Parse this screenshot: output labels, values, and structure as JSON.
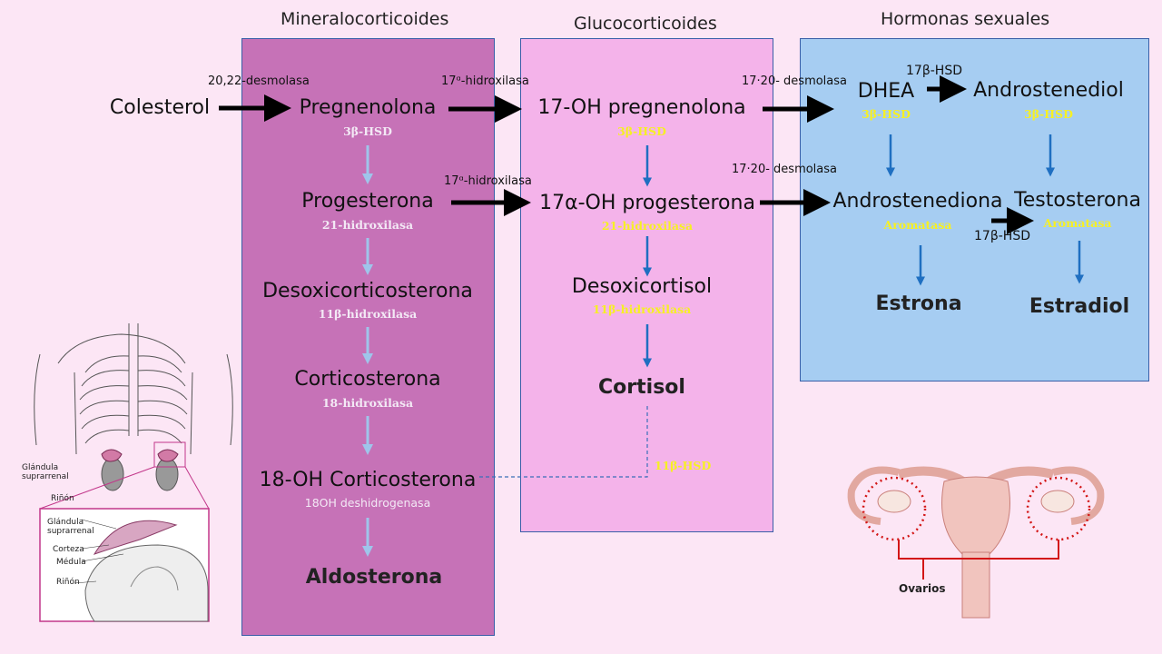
{
  "headers": {
    "mineral": "Mineralocorticoides",
    "gluco": "Glucocorticoides",
    "sex": "Hormonas sexuales"
  },
  "colors": {
    "mineral_box": "#c672b7",
    "gluco_box": "#f4b3ea",
    "sex_box": "#a6cdf2",
    "enzyme_yellow": "#f6f024",
    "arrow_blue": "#1f6fc1",
    "arrow_light": "#9fc5eb"
  },
  "nodes": {
    "colesterol": "Colesterol",
    "pregnenolona": "Pregnenolona",
    "progesterona": "Progesterona",
    "desoxicorticosterona": "Desoxicorticosterona",
    "corticosterona": "Corticosterona",
    "oh18_corticosterona": "18-OH Corticosterona",
    "aldosterona": "Aldosterona",
    "oh17_pregnenolona": "17-OH pregnenolona",
    "oh17a_progesterona": "17α-OH progesterona",
    "desoxicortisol": "Desoxicortisol",
    "cortisol": "Cortisol",
    "dhea": "DHEA",
    "androstenediol": "Androstenediol",
    "androstenediona": "Androstenediona",
    "testosterona": "Testosterona",
    "estrona": "Estrona",
    "estradiol": "Estradiol"
  },
  "enzymes": {
    "preg_3bhsd": "3β-HSD",
    "prog_21": "21-hidroxilasa",
    "doc_11b": "11β-hidroxilasa",
    "cort_18": "18-hidroxilasa",
    "oh18_deh": "18OH deshidrogenasa",
    "oh17preg_3bhsd": "3β-HSD",
    "oh17prog_21": "21-hidroxilasa",
    "desoxi_11b": "11β-hidroxilasa",
    "cortisol_11bhsd": "11β-HSD",
    "dhea_3bhsd": "3β-HSD",
    "androstenediol_3bhsd": "3β-HSD",
    "androstenediona_arom": "Aromatasa",
    "testosterona_arom": "Aromatasa"
  },
  "arrow_labels": {
    "desmolasa_2022": "20,22-desmolasa",
    "hidrox17_a": "17ᵅ-hidroxilasa",
    "hidrox17_b": "17ᵅ-hidroxilasa",
    "desmolasa_1720_a": "17·20- desmolasa",
    "desmolasa_1720_b": "17·20- desmolasa",
    "hsd17b_a": "17β-HSD",
    "hsd17b_b": "17β-HSD"
  },
  "anatomy": {
    "glandula_top": "Glándula suprarrenal",
    "rinon_top": "Riñón",
    "glandula_inset": "Glándula suprarrenal",
    "corteza": "Corteza",
    "medula": "Médula",
    "rinon_inset": "Riñón",
    "ovarios": "Ovarios"
  }
}
